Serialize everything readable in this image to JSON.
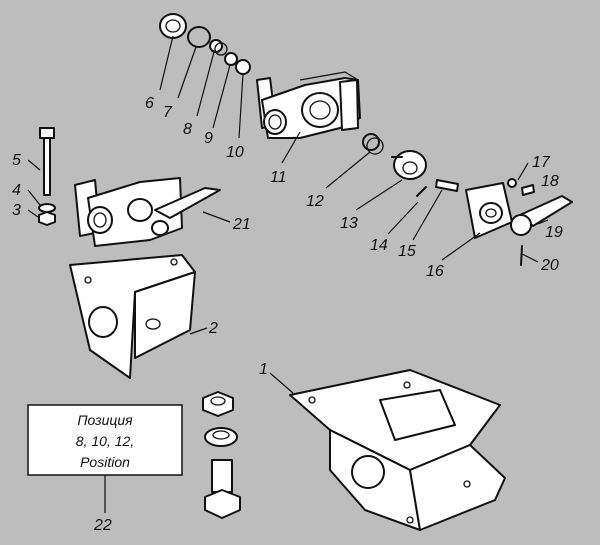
{
  "callouts": [
    "1",
    "2",
    "3",
    "4",
    "5",
    "6",
    "7",
    "8",
    "9",
    "10",
    "11",
    "12",
    "13",
    "14",
    "15",
    "16",
    "17",
    "18",
    "19",
    "20",
    "21",
    "22"
  ],
  "position_note": {
    "line1": "Позиция",
    "line2": "8, 10, 12,",
    "line3": "Position"
  }
}
